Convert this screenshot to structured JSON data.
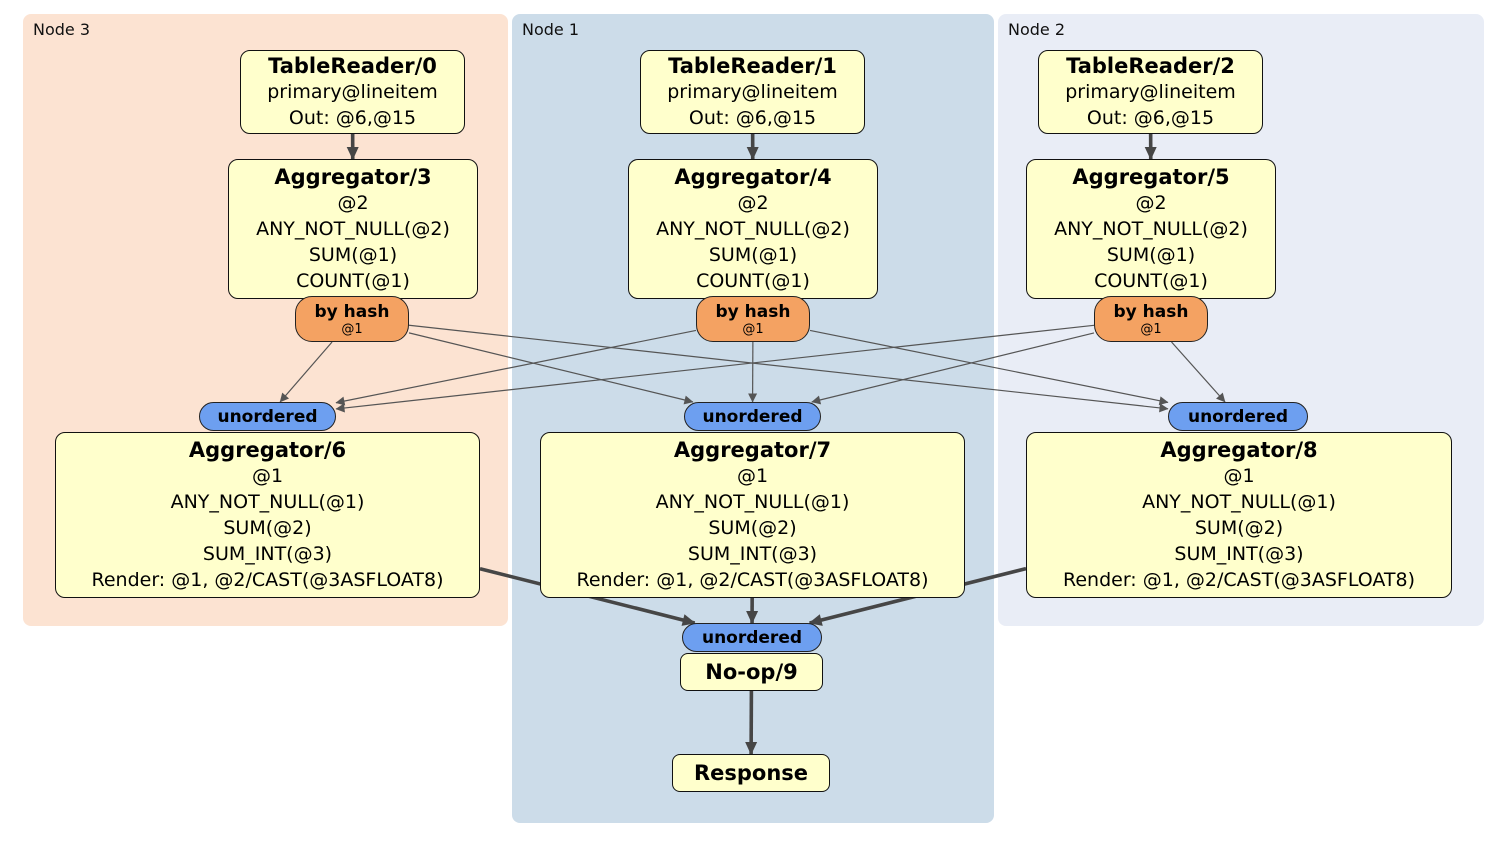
{
  "regions": [
    {
      "label": "Node 3"
    },
    {
      "label": "Node 1"
    },
    {
      "label": "Node 2"
    }
  ],
  "processors": {
    "tr0": {
      "title": "TableReader/0",
      "lines": [
        "primary@lineitem",
        "Out: @6,@15"
      ]
    },
    "tr1": {
      "title": "TableReader/1",
      "lines": [
        "primary@lineitem",
        "Out: @6,@15"
      ]
    },
    "tr2": {
      "title": "TableReader/2",
      "lines": [
        "primary@lineitem",
        "Out: @6,@15"
      ]
    },
    "agg3": {
      "title": "Aggregator/3",
      "lines": [
        "@2",
        "ANY_NOT_NULL(@2)",
        "SUM(@1)",
        "COUNT(@1)"
      ]
    },
    "agg4": {
      "title": "Aggregator/4",
      "lines": [
        "@2",
        "ANY_NOT_NULL(@2)",
        "SUM(@1)",
        "COUNT(@1)"
      ]
    },
    "agg5": {
      "title": "Aggregator/5",
      "lines": [
        "@2",
        "ANY_NOT_NULL(@2)",
        "SUM(@1)",
        "COUNT(@1)"
      ]
    },
    "agg6": {
      "title": "Aggregator/6",
      "lines": [
        "@1",
        "ANY_NOT_NULL(@1)",
        "SUM(@2)",
        "SUM_INT(@3)",
        "Render: @1, @2/CAST(@3ASFLOAT8)"
      ]
    },
    "agg7": {
      "title": "Aggregator/7",
      "lines": [
        "@1",
        "ANY_NOT_NULL(@1)",
        "SUM(@2)",
        "SUM_INT(@3)",
        "Render: @1, @2/CAST(@3ASFLOAT8)"
      ]
    },
    "agg8": {
      "title": "Aggregator/8",
      "lines": [
        "@1",
        "ANY_NOT_NULL(@1)",
        "SUM(@2)",
        "SUM_INT(@3)",
        "Render: @1, @2/CAST(@3ASFLOAT8)"
      ]
    },
    "noop": {
      "title": "No-op/9"
    },
    "response": {
      "title": "Response"
    }
  },
  "routers": {
    "byhash3": {
      "label": "by hash",
      "detail": "@1"
    },
    "byhash4": {
      "label": "by hash",
      "detail": "@1"
    },
    "byhash5": {
      "label": "by hash",
      "detail": "@1"
    }
  },
  "streams": {
    "unordered6": {
      "label": "unordered"
    },
    "unordered7": {
      "label": "unordered"
    },
    "unordered8": {
      "label": "unordered"
    },
    "unordered9": {
      "label": "unordered"
    }
  },
  "edges": [
    {
      "from": "node-tablereader-0",
      "to": "node-aggregator-3",
      "style": "thick"
    },
    {
      "from": "node-tablereader-1",
      "to": "node-aggregator-4",
      "style": "thick"
    },
    {
      "from": "node-tablereader-2",
      "to": "node-aggregator-5",
      "style": "thick"
    },
    {
      "from": "router-by-hash-3",
      "to": "stream-unordered-6",
      "style": "thin"
    },
    {
      "from": "router-by-hash-3",
      "to": "stream-unordered-7",
      "style": "thin"
    },
    {
      "from": "router-by-hash-3",
      "to": "stream-unordered-8",
      "style": "thin"
    },
    {
      "from": "router-by-hash-4",
      "to": "stream-unordered-6",
      "style": "thin"
    },
    {
      "from": "router-by-hash-4",
      "to": "stream-unordered-7",
      "style": "thin"
    },
    {
      "from": "router-by-hash-4",
      "to": "stream-unordered-8",
      "style": "thin"
    },
    {
      "from": "router-by-hash-5",
      "to": "stream-unordered-6",
      "style": "thin"
    },
    {
      "from": "router-by-hash-5",
      "to": "stream-unordered-7",
      "style": "thin"
    },
    {
      "from": "router-by-hash-5",
      "to": "stream-unordered-8",
      "style": "thin"
    },
    {
      "from": "node-aggregator-6",
      "to": "stream-unordered-9",
      "style": "thick"
    },
    {
      "from": "node-aggregator-7",
      "to": "stream-unordered-9",
      "style": "thick"
    },
    {
      "from": "node-aggregator-8",
      "to": "stream-unordered-9",
      "style": "thick"
    },
    {
      "from": "node-noop-9",
      "to": "node-response",
      "style": "thick"
    }
  ],
  "colors": {
    "region_node3_fill": "#fce3d2",
    "region_node1_fill": "#ccdce9",
    "region_node2_fill": "#e9edf6",
    "processor_fill": "#ffffcc",
    "router_fill": "#f4a262",
    "stream_fill": "#6d9ff0",
    "edge_thin": "#555555",
    "edge_thick": "#464646",
    "border": "#111111"
  }
}
